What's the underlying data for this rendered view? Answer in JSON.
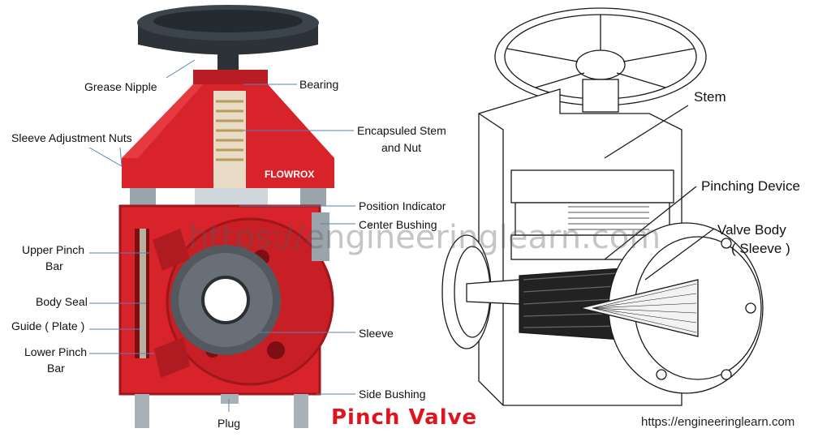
{
  "title": "Pinch Valve",
  "watermark": "https://engineeringlearn.com",
  "footer": "https://engineeringlearn.com",
  "brand": "FLOWROX",
  "left_labels": {
    "grease_nipple": "Grease Nipple",
    "bearing": "Bearing",
    "sleeve_adjustment_nuts": "Sleeve Adjustment Nuts",
    "encapsuled_line1": "Encapsuled Stem",
    "encapsuled_line2": "and Nut",
    "position_indicator": "Position Indicator",
    "center_bushing": "Center Bushing",
    "upper_pinch_line1": "Upper Pinch",
    "upper_pinch_line2": "Bar",
    "body_seal": "Body Seal",
    "guide_plate": "Guide ( Plate )",
    "lower_pinch_line1": "Lower Pinch",
    "lower_pinch_line2": "Bar",
    "sleeve": "Sleeve",
    "side_bushing": "Side Bushing",
    "plug": "Plug"
  },
  "right_labels": {
    "stem": "Stem",
    "pinching_device": "Pinching Device",
    "valve_body_line1": "Valve Body",
    "valve_body_line2": "( Sleeve )"
  },
  "colors": {
    "valve_red": "#d8232a",
    "valve_dark_red": "#a0161b",
    "handwheel": "#2c3238",
    "title_red": "#e0141e",
    "leader_blue": "#5a7fb0"
  }
}
